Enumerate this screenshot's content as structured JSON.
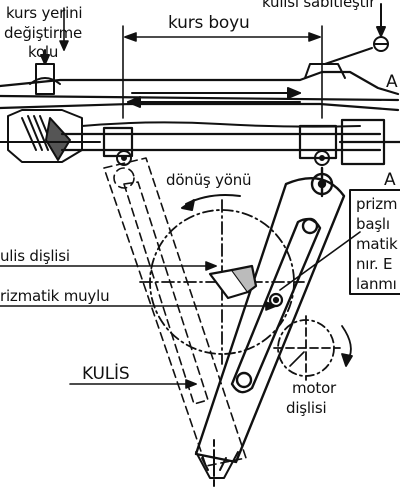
{
  "labels": {
    "kurs_yerini": "kurs yerini",
    "degistirme": "değiştirme",
    "kolu": "kolu",
    "kurs_boyu": "kurs boyu",
    "kulisi_sabitlestir": "kulisi sabitleştir",
    "a_top": "A",
    "a_right": "A",
    "donus_yonu": "dönüş yönü",
    "kulis_dislisi": "ulis dişlisi",
    "prizmatik_muylu": "rizmatik muylu",
    "kulis": "KULİS",
    "motor": "motor",
    "dislisi": "dişlisi",
    "right_note_1": "prizm",
    "right_note_2": "başlı",
    "right_note_3": "matik",
    "right_note_4": "nır. E",
    "right_note_5": "lanmı"
  },
  "colors": {
    "ink": "#111111",
    "paper": "#ffffff",
    "hatch": "#444444"
  }
}
